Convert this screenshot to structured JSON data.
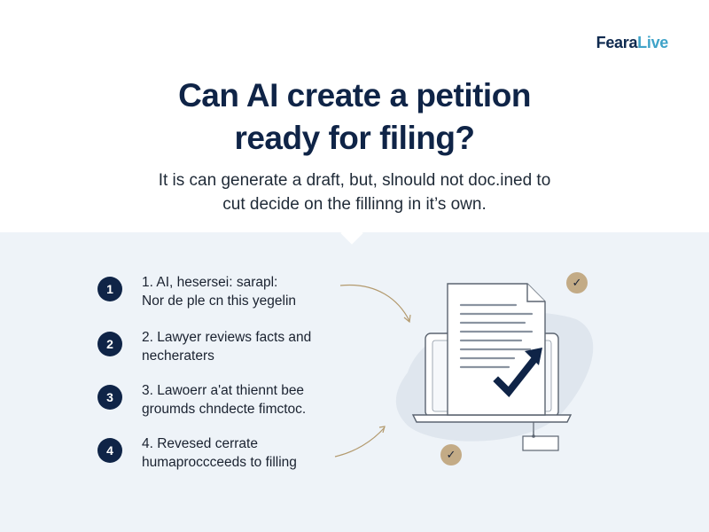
{
  "brand": {
    "part1": "Feara",
    "part2": "Live"
  },
  "header": {
    "title_line1": "Can AI create a petition",
    "title_line2": "ready for filing?",
    "subtitle_line1": "It is can generate a draft, but, slnould not doc.ined to",
    "subtitle_line2": "cut decide on the fillinng in it’s own."
  },
  "steps": [
    {
      "number": "1",
      "line1": "1. AI, hesersei: sarapl:",
      "line2": "Nor de ple cn this yegelin"
    },
    {
      "number": "2",
      "line1": "2. Lawyer reviews facts and",
      "line2": "necheraters"
    },
    {
      "number": "3",
      "line1": "3. Lawoerr a'at thiennt bee",
      "line2": "groumds chndecte fimctoc."
    },
    {
      "number": "4",
      "line1": "4. Revesed cerrate",
      "line2": "humaproccceeds to filling"
    }
  ],
  "illustration": {
    "badge_top": "✓",
    "badge_bottom": "✓",
    "colors": {
      "navy": "#0f2447",
      "tan": "#c3ab86",
      "blob": "#dfe6ee",
      "outline": "#5b6470"
    }
  }
}
